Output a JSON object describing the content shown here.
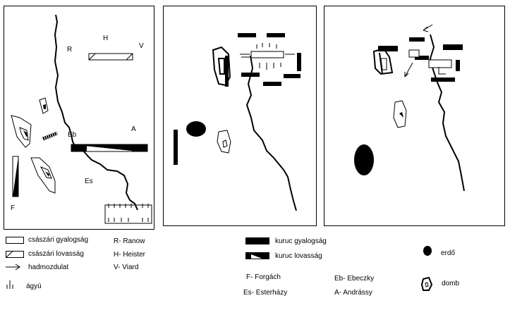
{
  "panel1": {
    "labels": {
      "r": "R",
      "h": "H",
      "v": "V",
      "eb": "Eb",
      "a": "A",
      "es": "Es",
      "f": "F"
    }
  },
  "legend": {
    "imperial_infantry": "császári gyalogság",
    "imperial_cavalry": "császári lovasság",
    "movement": "hadmozdulat",
    "cannon": "ágyú",
    "r": "R- Ranow",
    "h": "H- Heister",
    "v": "V- Viard",
    "kuruc_infantry": "kuruc gyalogság",
    "kuruc_cavalry": "kuruc lovasság",
    "f": "F- Forgách",
    "es": "Es- Esterházy",
    "eb": "Eb- Ebeczky",
    "a": "A- Andrássy",
    "forest": "erdő",
    "hill": "domb"
  }
}
